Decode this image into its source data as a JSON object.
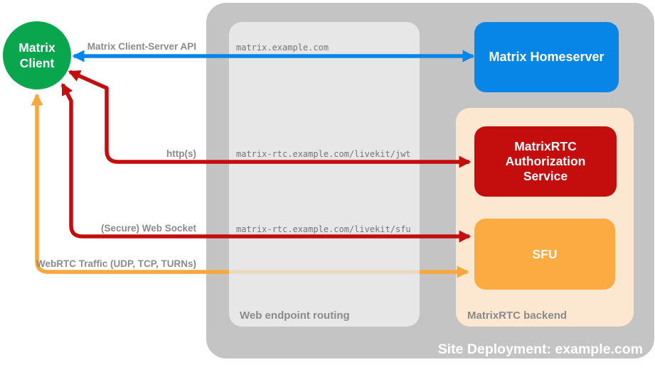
{
  "client": {
    "label": "Matrix Client"
  },
  "site_container": {
    "label": "Site Deployment: example.com"
  },
  "routing_box": {
    "label": "Web endpoint routing",
    "endpoints": [
      "matrix.example.com",
      "matrix-rtc.example.com/livekit/jwt",
      "matrix-rtc.example.com/livekit/sfu"
    ]
  },
  "backend_box": {
    "label": "MatrixRTC backend"
  },
  "nodes": {
    "homeserver": {
      "label": "Matrix Homeserver",
      "color": "#0886e8"
    },
    "auth_service": {
      "label": "MatrixRTC Authorization Service",
      "color": "#c40d0d"
    },
    "sfu": {
      "label": "SFU",
      "color": "#fbab42"
    }
  },
  "connections": [
    {
      "label": "Matrix Client-Server API",
      "from": "Matrix Client",
      "to": "Matrix Homeserver",
      "color": "#0886e8",
      "bidirectional": true
    },
    {
      "label": "http(s)",
      "from": "Matrix Client",
      "to": "MatrixRTC Authorization Service",
      "color": "#c40d0d",
      "bidirectional": true
    },
    {
      "label": "(Secure) Web Socket",
      "from": "Matrix Client",
      "to": "SFU",
      "color": "#c40d0d",
      "bidirectional": true
    },
    {
      "label": "WebRTC Traffic (UDP, TCP, TURNs)",
      "from": "Matrix Client",
      "to": "SFU",
      "color": "#f9a63c",
      "bidirectional": true
    }
  ],
  "colors": {
    "green": "#0aa64e",
    "blue": "#0886e8",
    "red": "#c40d0d",
    "orange": "#fbab42",
    "arrow-orange": "#f9a63c",
    "peach": "#fce7d1",
    "gray-outer": "#c4c4c4",
    "gray-light": "#e7e7e7",
    "gray-label": "#8a8a8a",
    "gray-mono": "#767676"
  }
}
